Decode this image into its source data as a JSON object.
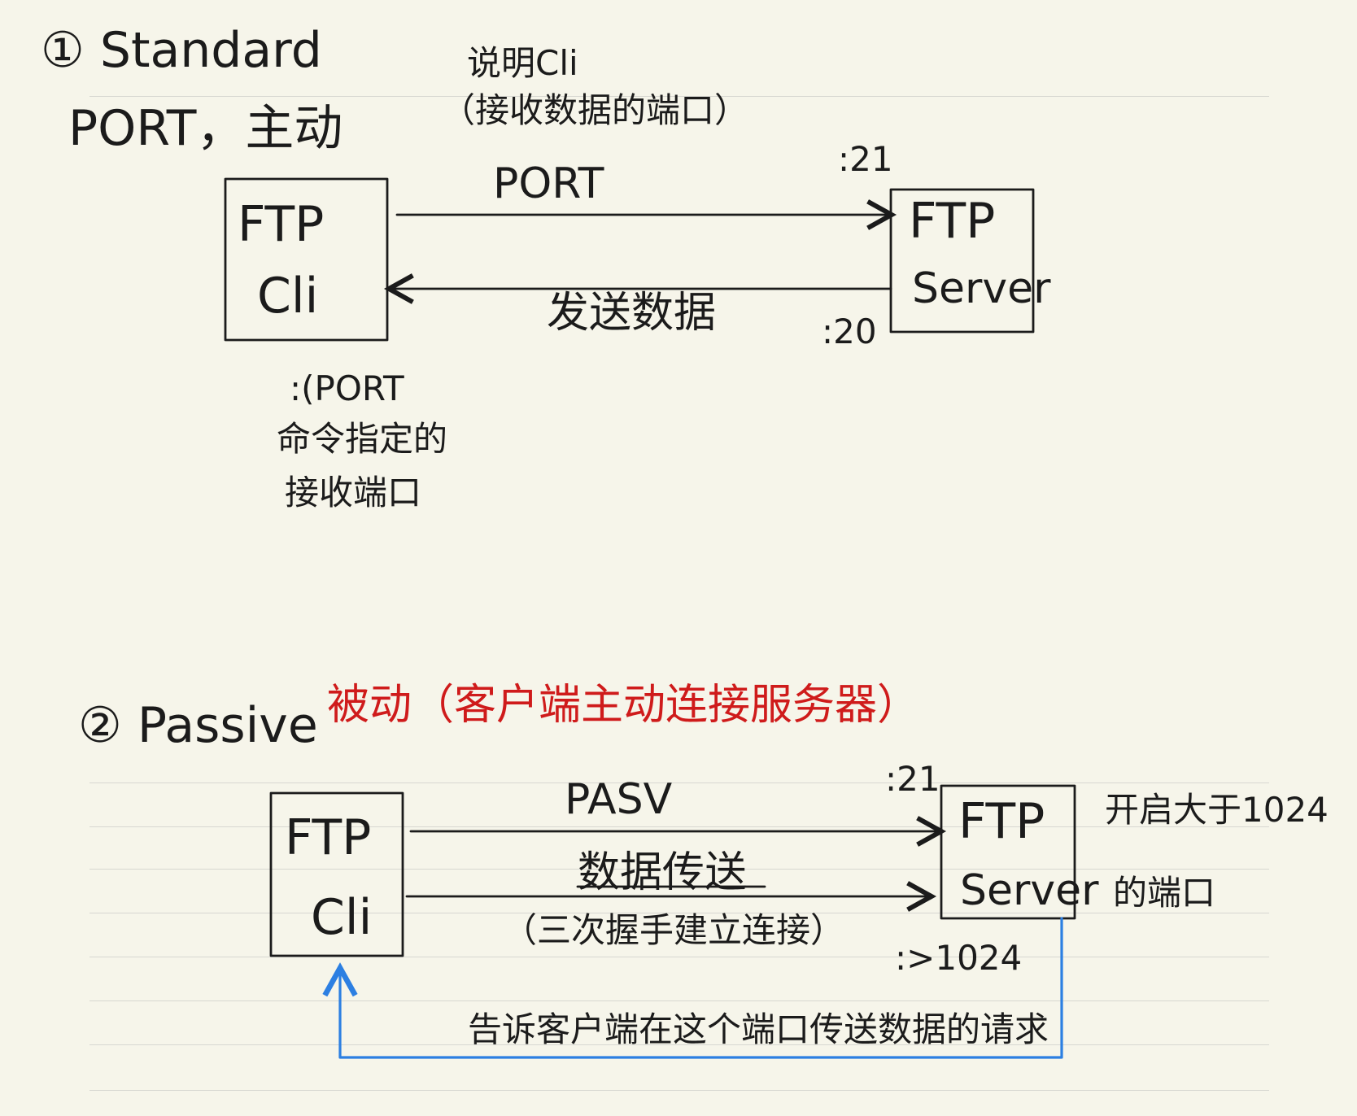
{
  "section1": {
    "heading_line1": "① Standard",
    "heading_line2": "PORT，主动",
    "port_note_line1": "说明Cli",
    "port_note_line2": "（接收数据的端口）",
    "port_arrow_label": "PORT",
    "port_21": ":21",
    "data_arrow_label": "发送数据",
    "port_20": ":20",
    "client_label_line1": "FTP",
    "client_label_line2": "Cli",
    "server_label_line1": "FTP",
    "server_label_line2": "Server",
    "client_port_note_line1": ":(PORT",
    "client_port_note_line2": "命令指定的",
    "client_port_note_line3": "接收端口"
  },
  "section2": {
    "heading_prefix": "② Passive",
    "heading_red": "被动（客户端主动连接服务器）",
    "pasv_label": "PASV",
    "port_21": ":21",
    "data_transfer_label": "数据传送",
    "handshake_note": "（三次握手建立连接）",
    "high_port_label": ":>1024",
    "server_side_note_line1": "开启大于1024",
    "server_side_note_line2": "的端口",
    "client_label_line1": "FTP",
    "client_label_line2": "Cli",
    "server_label_line1": "FTP",
    "server_label_line2": "Server",
    "reply_note": "告诉客户端在这个端口传送数据的请求"
  },
  "colors": {
    "background": "#f6f5ea",
    "ink": "#1b1b1b",
    "red": "#cf1b1b",
    "blue": "#2c7fe2",
    "rule": "#d7d7d1"
  }
}
